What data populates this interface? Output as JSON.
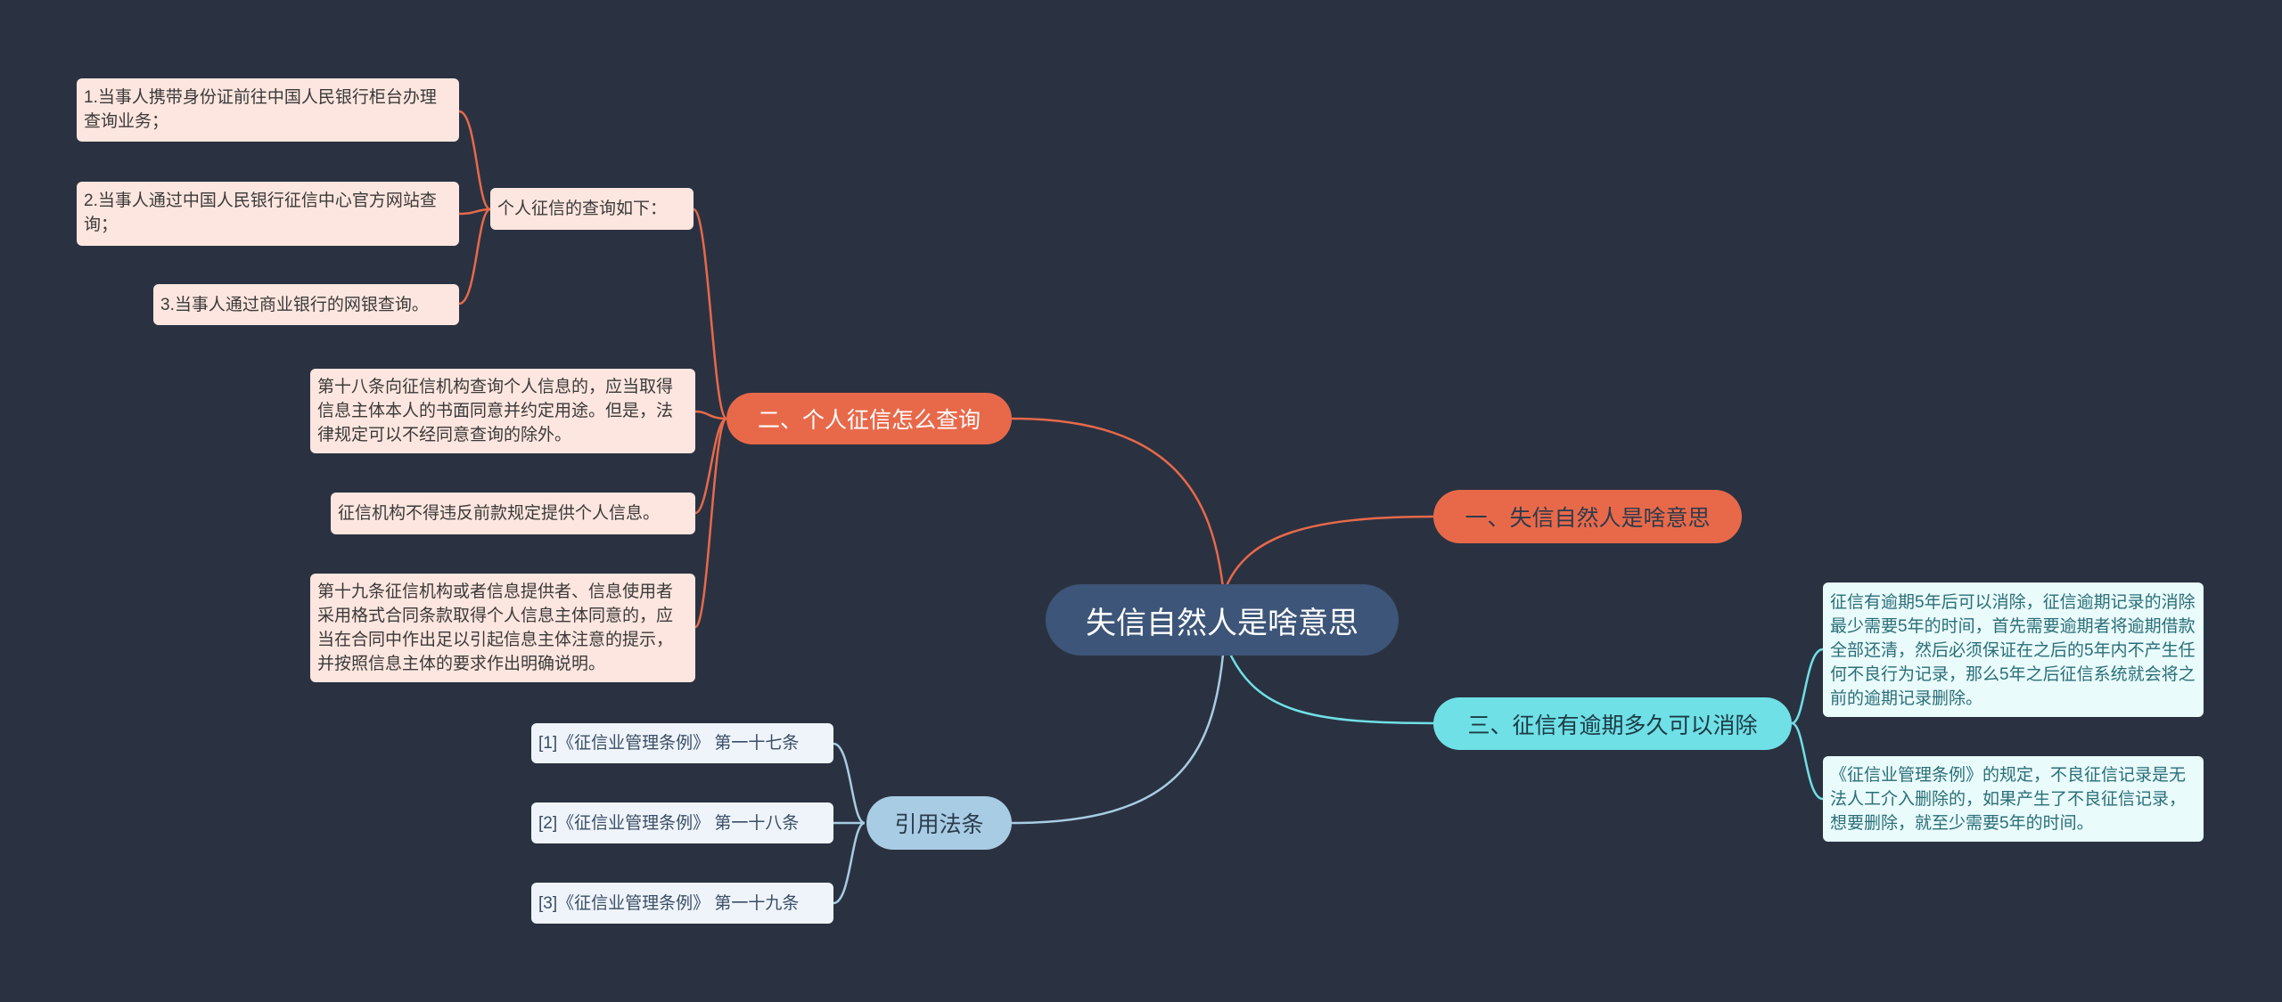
{
  "root": {
    "label": "失信自然人是啥意思"
  },
  "branches": {
    "meaning": {
      "label": "一、失信自然人是啥意思"
    },
    "query": {
      "label": "二、个人征信怎么查询",
      "group_title": "个人征信的查询如下：",
      "methods": [
        "1.当事人携带身份证前往中国人民银行柜台办理查询业务；",
        "2.当事人通过中国人民银行征信中心官方网站查询；",
        "3.当事人通过商业银行的网银查询。"
      ],
      "articles": [
        "第十八条向征信机构查询个人信息的，应当取得信息主体本人的书面同意并约定用途。但是，法律规定可以不经同意查询的除外。",
        "征信机构不得违反前款规定提供个人信息。",
        "第十九条征信机构或者信息提供者、信息使用者采用格式合同条款取得个人信息主体同意的，应当在合同中作出足以引起信息主体注意的提示，并按照信息主体的要求作出明确说明。"
      ]
    },
    "overdue": {
      "label": "三、征信有逾期多久可以消除",
      "details": [
        "征信有逾期5年后可以消除，征信逾期记录的消除最少需要5年的时间，首先需要逾期者将逾期借款全部还清，然后必须保证在之后的5年内不产生任何不良行为记录，那么5年之后征信系统就会将之前的逾期记录删除。",
        "《征信业管理条例》的规定，不良征信记录是无法人工介入删除的，如果产生了不良征信记录，想要删除，就至少需要5年的时间。"
      ]
    },
    "laws": {
      "label": "引用法条",
      "items": [
        "[1]《征信业管理条例》 第一十七条",
        "[2]《征信业管理条例》 第一十八条",
        "[3]《征信业管理条例》 第一十九条"
      ]
    }
  },
  "colors": {
    "background": "#2a3241",
    "root": "#3d5578",
    "orange": "#e8694a",
    "cyan": "#6fe0e6",
    "blue": "#a8cce3",
    "peach": "#fde6df",
    "mint": "#e9fbfb",
    "ice": "#eef4fa"
  }
}
